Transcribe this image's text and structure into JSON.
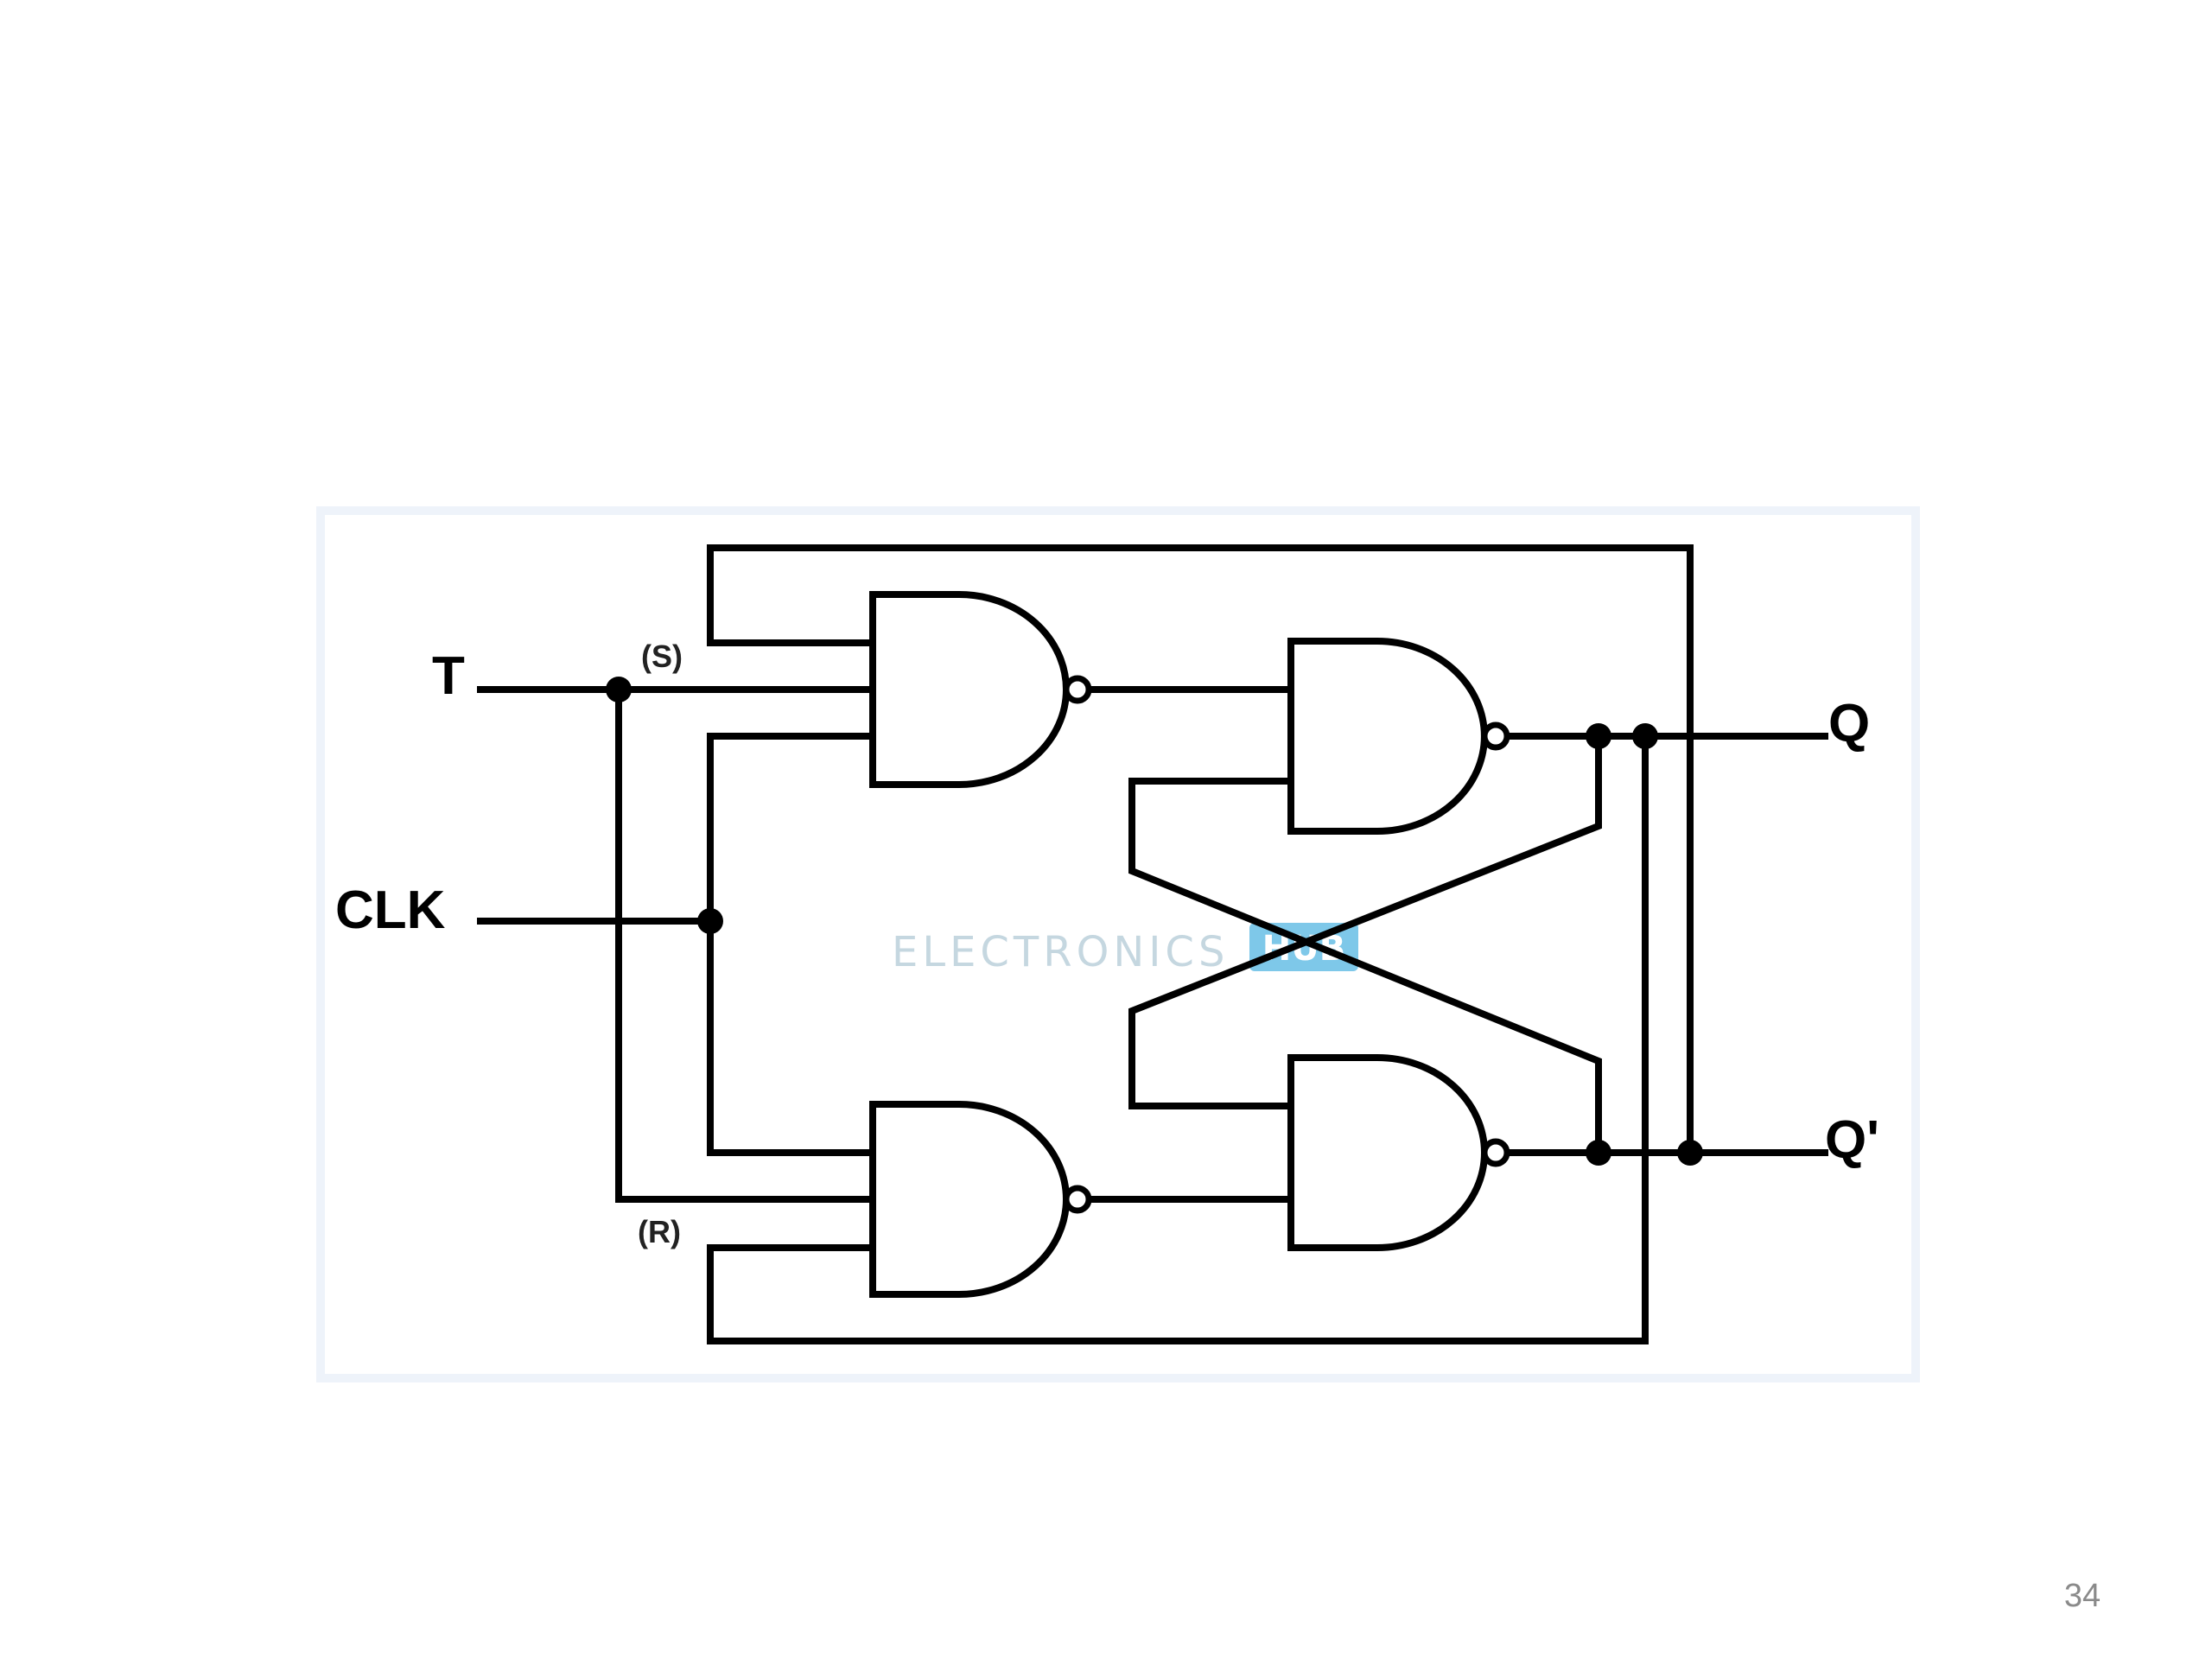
{
  "diagram": {
    "labels": {
      "input_t": "T",
      "input_clk": "CLK",
      "set_tag": "(S)",
      "reset_tag": "(R)",
      "output_q": "Q",
      "output_q_bar": "Q'"
    },
    "watermark": {
      "text": "ELECTRONICS",
      "hub_text": "HUB",
      "hub_color": "#7ec8e9"
    },
    "colors": {
      "wire": "#000000",
      "frame_border": "#eef3fa"
    }
  },
  "footer": {
    "page_number": "34"
  }
}
